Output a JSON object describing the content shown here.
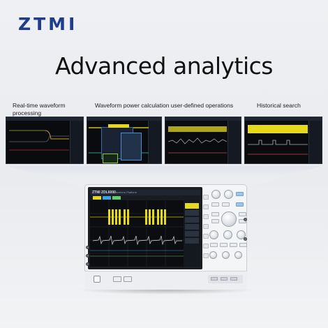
{
  "brand": {
    "logo_text": "ZTMI",
    "color": "#1f3d8f"
  },
  "headline": "Advanced analytics",
  "features": [
    {
      "label": "Real-time waveform processing"
    },
    {
      "label": "Waveform power calculation user-defined operations"
    },
    {
      "label": "Historical search"
    }
  ],
  "device": {
    "screen_brand": "ZTMI ZDL6000",
    "screen_model": "Waveform Platform",
    "accent_color": "#e5d91a"
  }
}
